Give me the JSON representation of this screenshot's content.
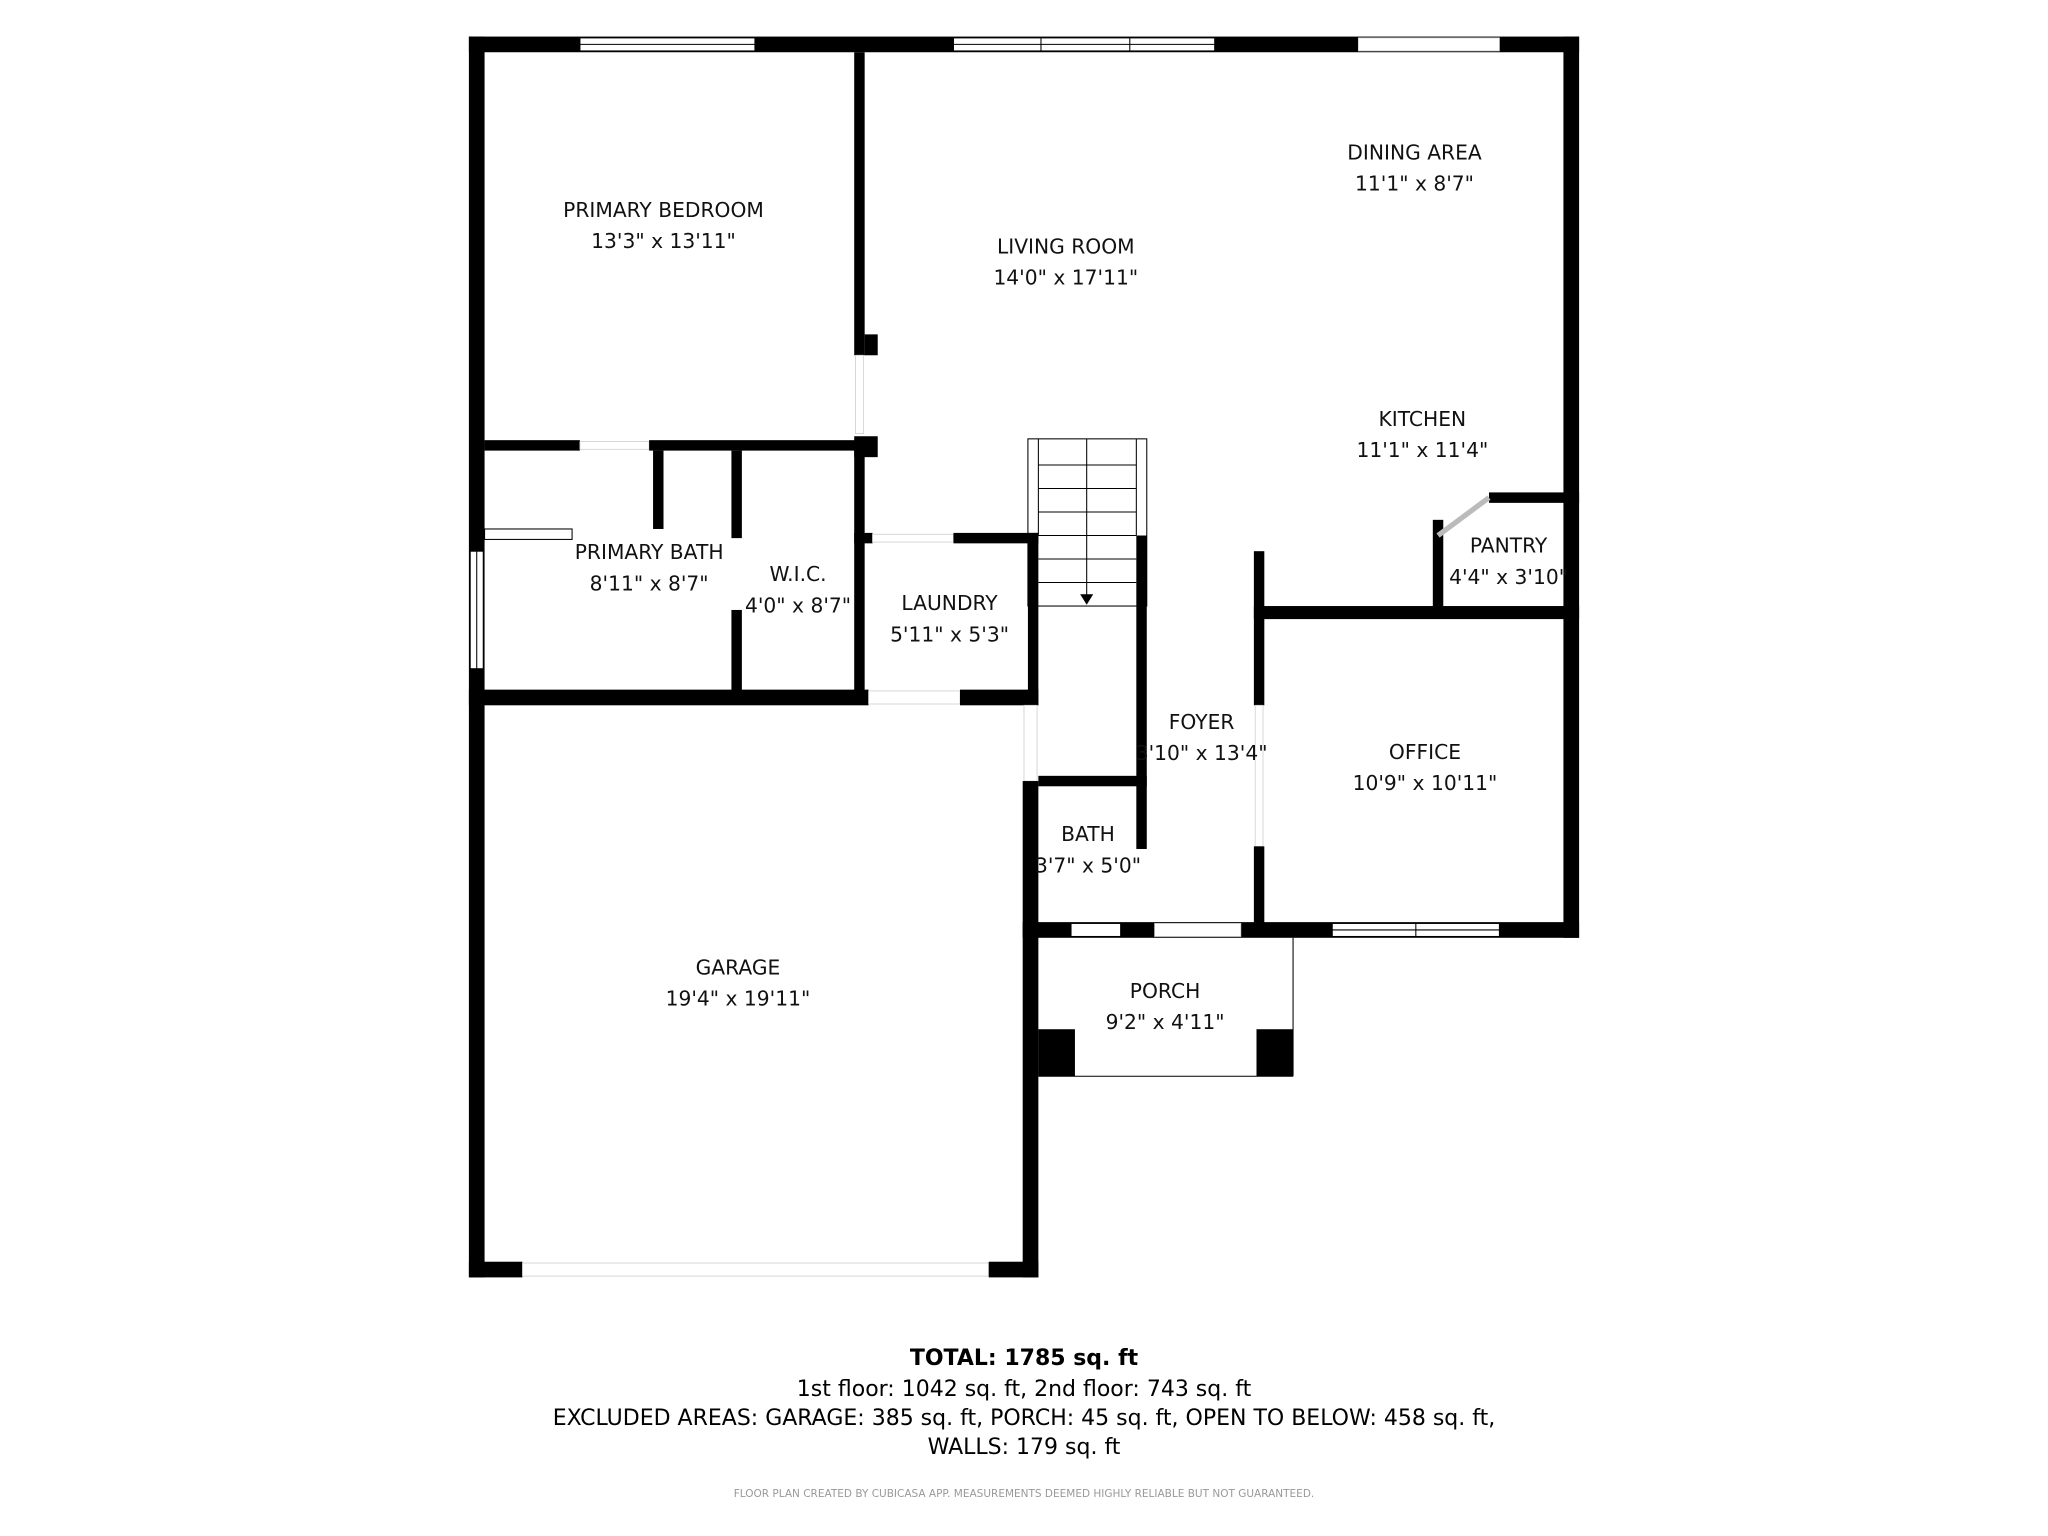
{
  "rooms": {
    "primary_bedroom": {
      "name": "PRIMARY BEDROOM",
      "dims": "13'3\" x 13'11\""
    },
    "living_room": {
      "name": "LIVING ROOM",
      "dims": "14'0\" x 17'11\""
    },
    "dining_area": {
      "name": "DINING AREA",
      "dims": "11'1\" x 8'7\""
    },
    "kitchen": {
      "name": "KITCHEN",
      "dims": "11'1\" x 11'4\""
    },
    "pantry": {
      "name": "PANTRY",
      "dims": "4'4\" x 3'10\""
    },
    "primary_bath": {
      "name": "PRIMARY BATH",
      "dims": "8'11\" x 8'7\""
    },
    "wic": {
      "name": "W.I.C.",
      "dims": "4'0\" x 8'7\""
    },
    "laundry": {
      "name": "LAUNDRY",
      "dims": "5'11\" x 5'3\""
    },
    "foyer": {
      "name": "FOYER",
      "dims": "3'10\" x 13'4\""
    },
    "office": {
      "name": "OFFICE",
      "dims": "10'9\" x 10'11\""
    },
    "bath": {
      "name": "BATH",
      "dims": "3'7\" x 5'0\""
    },
    "garage": {
      "name": "GARAGE",
      "dims": "19'4\" x 19'11\""
    },
    "porch": {
      "name": "PORCH",
      "dims": "9'2\" x 4'11\""
    }
  },
  "summary": {
    "total": "TOTAL: 1785 sq. ft",
    "floors": "1st floor: 1042 sq. ft, 2nd floor: 743 sq. ft",
    "excluded": "EXCLUDED AREAS: GARAGE: 385 sq. ft, PORCH: 45 sq. ft, OPEN TO BELOW: 458 sq. ft,",
    "walls": "WALLS: 179 sq. ft"
  },
  "credit": "FLOOR PLAN CREATED BY CUBICASA APP. MEASUREMENTS DEEMED HIGHLY RELIABLE BUT NOT GUARANTEED.",
  "colors": {
    "wall": "#000000",
    "background": "#ffffff",
    "credit": "#999999"
  }
}
